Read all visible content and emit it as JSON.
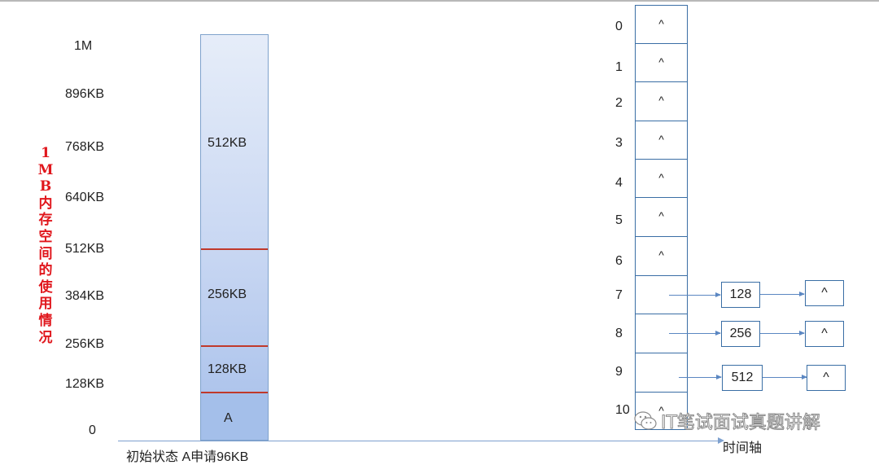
{
  "y_axis": {
    "ticks": [
      "1M",
      "896KB",
      "768KB",
      "640KB",
      "512KB",
      "384KB",
      "256KB",
      "128KB",
      "0"
    ],
    "title": "1MB内存空间的使用情况"
  },
  "memory_bar": {
    "segments": [
      "512KB",
      "256KB",
      "128KB",
      "A"
    ]
  },
  "time_axis": {
    "label": "时间轴",
    "step_label": "初始状态 A申请96KB"
  },
  "free_list": {
    "indices": [
      "0",
      "1",
      "2",
      "3",
      "4",
      "5",
      "6",
      "7",
      "8",
      "9",
      "10"
    ],
    "cells": [
      "^",
      "^",
      "^",
      "^",
      "^",
      "^",
      "^",
      "",
      "",
      "",
      "^"
    ],
    "chains": [
      {
        "index": "7",
        "block": "128",
        "next": "^"
      },
      {
        "index": "8",
        "block": "256",
        "next": "^"
      },
      {
        "index": "9",
        "block": "512",
        "next": "^"
      }
    ]
  },
  "watermark": {
    "text": "IT笔试面试真题讲解"
  },
  "colors": {
    "divider_red": "#c0392b",
    "border_blue": "#3a6ea5",
    "title_red": "#e0161c"
  }
}
